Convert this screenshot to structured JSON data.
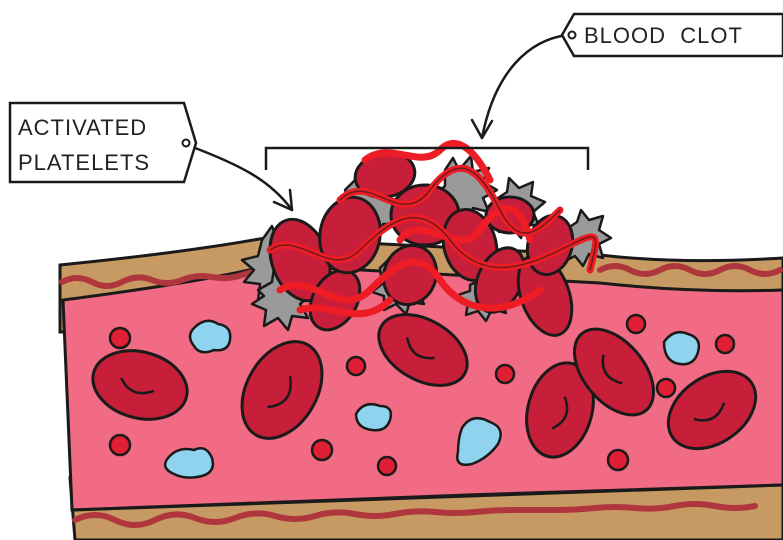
{
  "labels": {
    "blood_clot": "BLOOD  CLOT",
    "activated_platelets_line1": "ACTIVATED",
    "activated_platelets_line2": "PLATELETS"
  },
  "colors": {
    "vessel_wall": "#c79a63",
    "wall_inner": "#b0363d",
    "lumen": "#f06b83",
    "red_blood_cell": "#c71f3a",
    "rbc_dark": "#a3152e",
    "fibrin": "#ee1c25",
    "platelet": "#9a9a9a",
    "white_cell": "#8fd3ef",
    "outline": "#1a1a1a"
  }
}
